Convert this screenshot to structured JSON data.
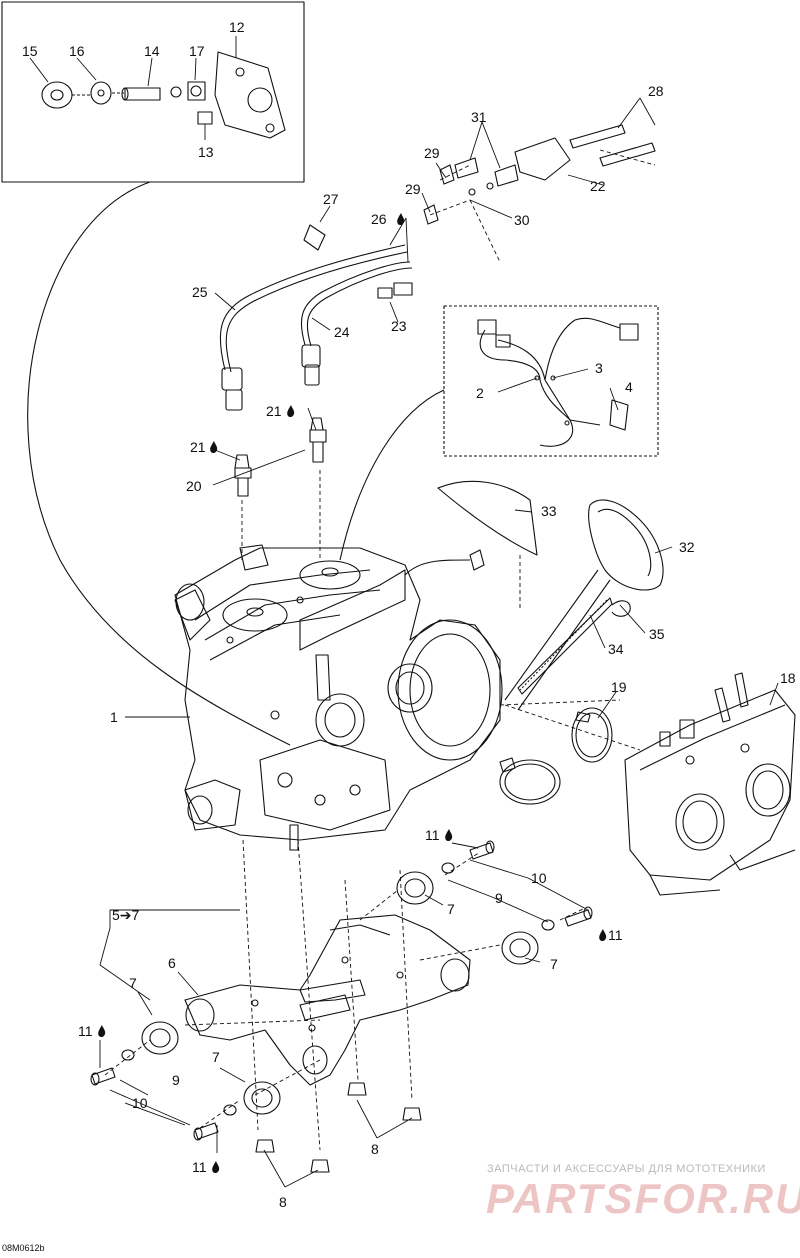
{
  "callouts": {
    "c1": "1",
    "c2": "2",
    "c3": "3",
    "c4": "4",
    "c5to7": "5➔7",
    "c6": "6",
    "c7a": "7",
    "c7b": "7",
    "c7c": "7",
    "c7d": "7",
    "c8a": "8",
    "c8b": "8",
    "c9a": "9",
    "c9b": "9",
    "c10a": "10",
    "c10b": "10",
    "c11a": "11",
    "c11b": "11",
    "c11c": "11",
    "c11d": "11",
    "c12": "12",
    "c13": "13",
    "c14": "14",
    "c15": "15",
    "c16": "16",
    "c17": "17",
    "c18": "18",
    "c19": "19",
    "c20": "20",
    "c21a": "21",
    "c21b": "21",
    "c22": "22",
    "c23": "23",
    "c24": "24",
    "c25": "25",
    "c26": "26",
    "c27": "27",
    "c28": "28",
    "c29a": "29",
    "c29b": "29",
    "c30": "30",
    "c31": "31",
    "c32": "32",
    "c33": "33",
    "c34": "34",
    "c35": "35"
  },
  "footer": {
    "drawing_code": "08M0612b",
    "watermark_line1": "ЗАПЧАСТИ И АКСЕССУАРЫ ДЛЯ МОТОТЕХНИКИ",
    "watermark_line2": "PARTSFOR.RU"
  },
  "colors": {
    "ink": "#111111",
    "watermark": "#de9696",
    "watermark_small": "#b9b9b9"
  }
}
